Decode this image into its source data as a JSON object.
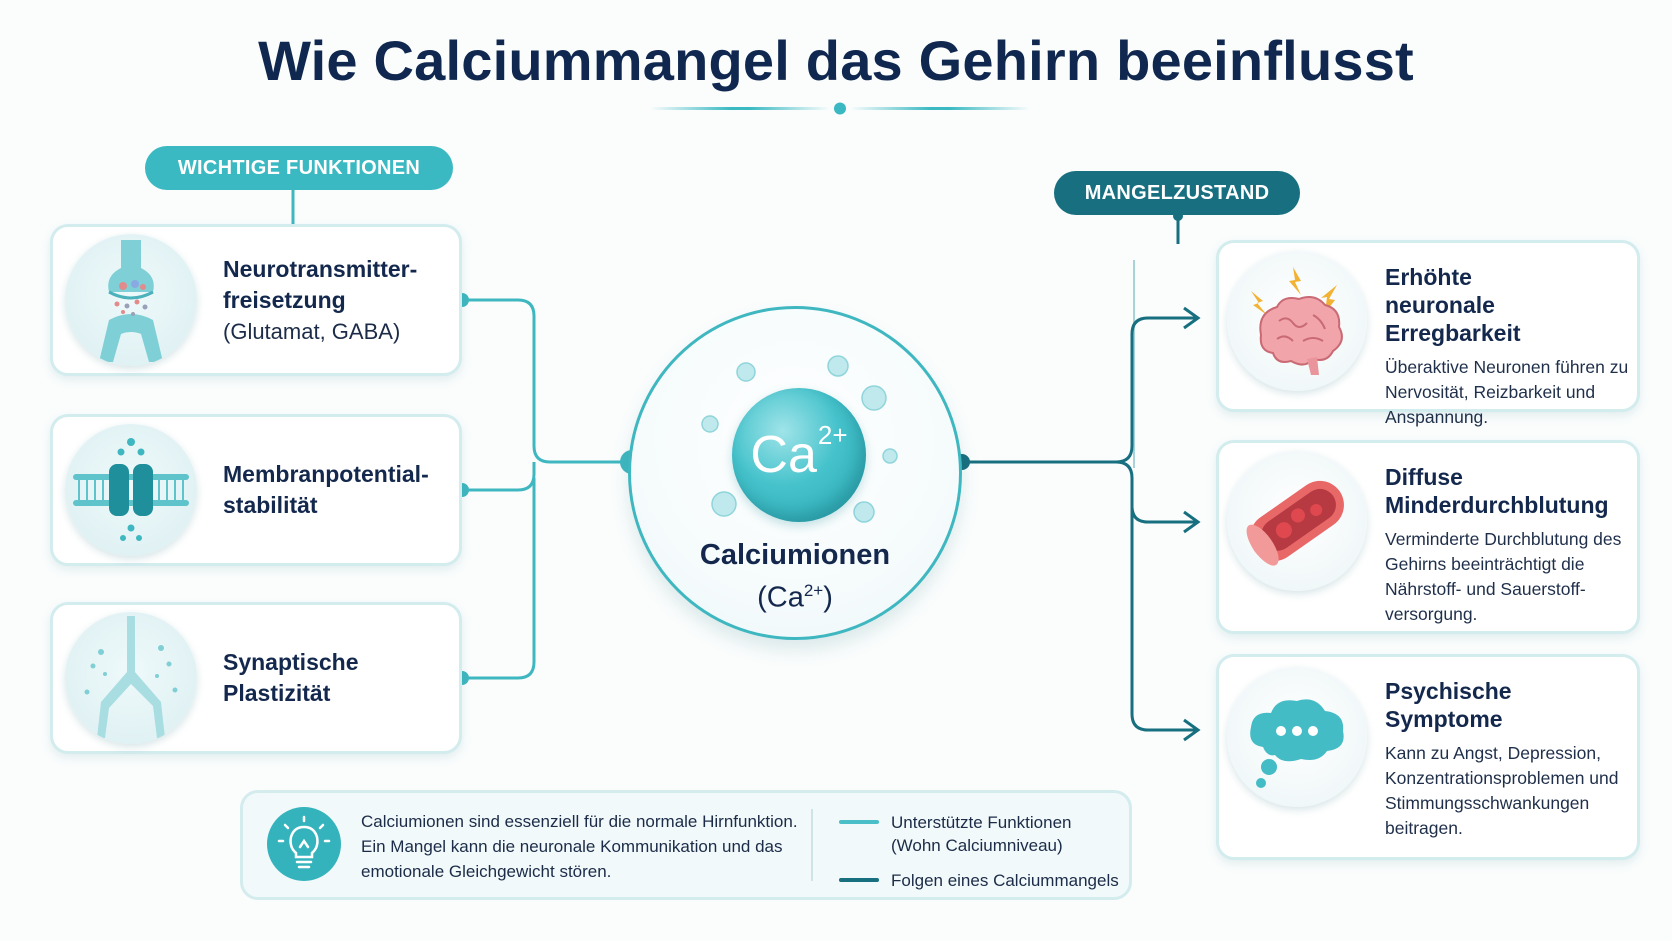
{
  "title": "Wie Calciummangel das Gehirn beeinflusst",
  "left_header": "WICHTIGE FUNKTIONEN",
  "right_header": "MANGELZUSTAND",
  "functions": [
    {
      "title_lines": [
        "Neurotransmitter-",
        "freisetzung"
      ],
      "subtitle": "(Glutamat, GABA)",
      "icon": "synapse-icon"
    },
    {
      "title_lines": [
        "Membranpotential-",
        "stabilität"
      ],
      "subtitle": "",
      "icon": "ion-channel-icon"
    },
    {
      "title_lines": [
        "Synaptische",
        "Plastizität"
      ],
      "subtitle": "",
      "icon": "neuron-branch-icon"
    }
  ],
  "center": {
    "symbol": "Ca",
    "charge": "2+",
    "label": "Calciumionen",
    "formula_prefix": "(Ca",
    "formula_charge": "2+",
    "formula_suffix": ")"
  },
  "deficiency": [
    {
      "title_lines": [
        "Erhöhte",
        "neuronale Erregbarkeit"
      ],
      "description": "Überaktive Neuronen führen zu Nervosität, Reizbarkeit und Anspannung.",
      "icon": "brain-icon"
    },
    {
      "title_lines": [
        "Diffuse",
        "Minderdurchblutung"
      ],
      "description": "Verminderte Durchblutung des Gehirns beeinträchtigt die Nährstoff- und Sauerstoff-versorgung.",
      "icon": "blood-vessel-icon"
    },
    {
      "title_lines": [
        "Psychische",
        "Symptome"
      ],
      "description": "Kann zu Angst, Depression, Konzentrationsproblemen und Stimmungsschwankungen beitragen.",
      "icon": "thought-bubble-icon"
    }
  ],
  "info": {
    "text": "Calciumionen sind essenziell für die normale Hirnfunktion. Ein Mangel kann die neuronale Kommunikation und das emotionale Gleichgewicht stören.",
    "icon": "lightbulb-icon"
  },
  "legend": [
    {
      "label": "Unterstützte Funktionen (Wohn Calciumniveau)",
      "color": "#4bbfc8"
    },
    {
      "label": "Folgen eines Calciummangels",
      "color": "#176f7f"
    }
  ],
  "colors": {
    "accent_light": "#3ab9c2",
    "accent_dark": "#176f7f",
    "title": "#10284f"
  }
}
